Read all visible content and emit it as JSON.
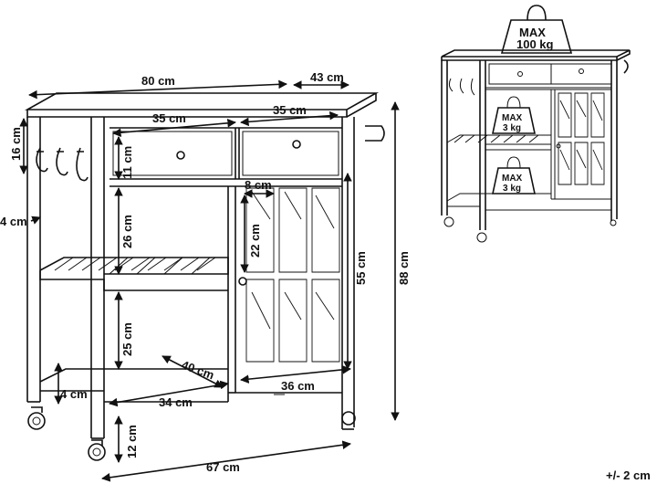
{
  "dimensions": {
    "top_width": "80 cm",
    "depth": "43 cm",
    "drawer_left": "35 cm",
    "drawer_right": "35 cm",
    "top_hook_height": "16 cm",
    "drawer_height": "11 cm",
    "side_offset": "4 cm",
    "shelf_gap": "26 cm",
    "lower_gap": "25 cm",
    "door_pane_width": "8 cm",
    "door_pane_height": "22 cm",
    "cabinet_height": "55 cm",
    "total_height": "88 cm",
    "shelf_depth": "40 cm",
    "bottom_shelf_height": "4 cm",
    "open_width": "34 cm",
    "cabinet_width": "36 cm",
    "leg_height": "12 cm",
    "base_width": "67 cm",
    "tolerance": "+/- 2 cm"
  },
  "weights": {
    "top_max": "MAX",
    "top_value": "100 kg",
    "shelf_max": "MAX",
    "shelf_value": "3 kg",
    "bottom_max": "MAX",
    "bottom_value": "3 kg"
  }
}
